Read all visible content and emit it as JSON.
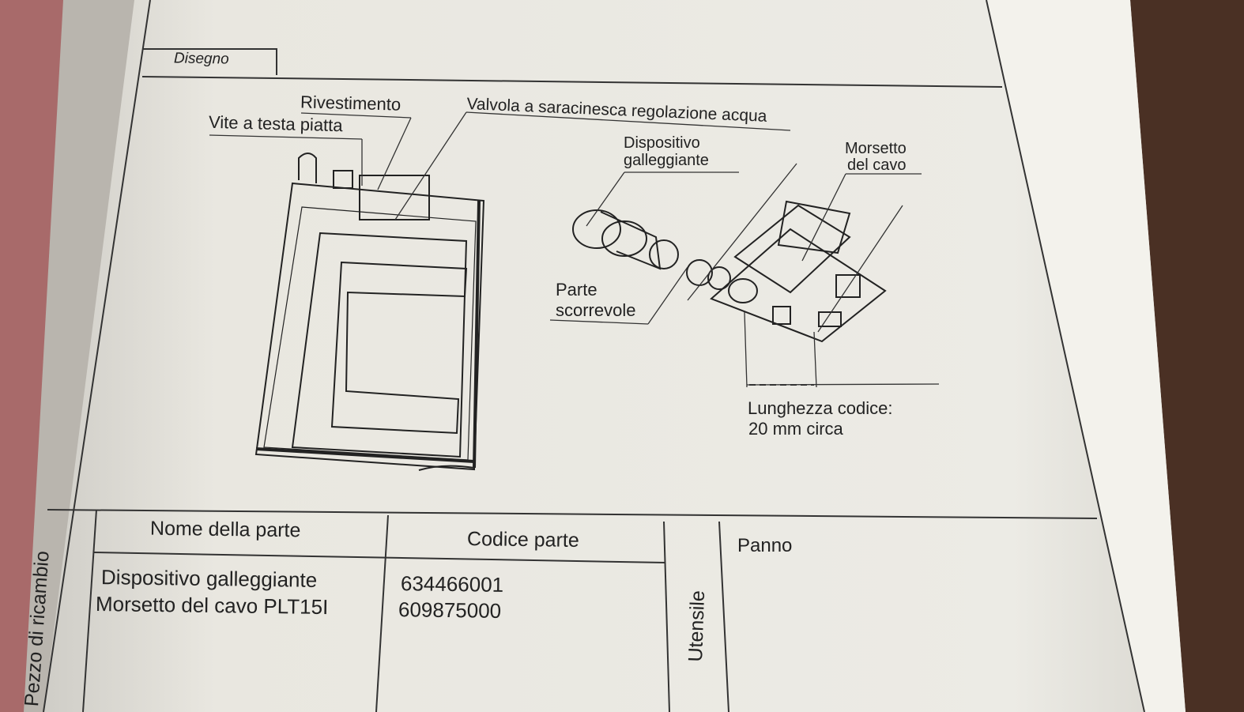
{
  "drawing": {
    "section_label": "Disegno",
    "callouts": {
      "cover": "Rivestimento",
      "screw": "Vite a testa piatta",
      "valve": "Valvola a saracinesca regolazione acqua",
      "float_l1": "Dispositivo",
      "float_l2": "galleggiante",
      "clamp_l1": "Morsetto",
      "clamp_l2": "del cavo",
      "slide_l1": "Parte",
      "slide_l2": "scorrevole",
      "length_l1": "Lunghezza codice:",
      "length_l2": "20 mm circa"
    }
  },
  "parts": {
    "side_label": "Pezzo di ricambio",
    "headers": {
      "name": "Nome della parte",
      "code": "Codice parte"
    },
    "rows": [
      {
        "name": "Dispositivo galleggiante",
        "code": "634466001"
      },
      {
        "name": "Morsetto del cavo PLT15I",
        "code": "609875000"
      }
    ]
  },
  "tool": {
    "side_label": "Utensile",
    "value": "Panno"
  },
  "colors": {
    "paper": "#ebe9e2",
    "ink": "#222222",
    "desk": "#3a2a22",
    "binder": "#a86a6a"
  }
}
